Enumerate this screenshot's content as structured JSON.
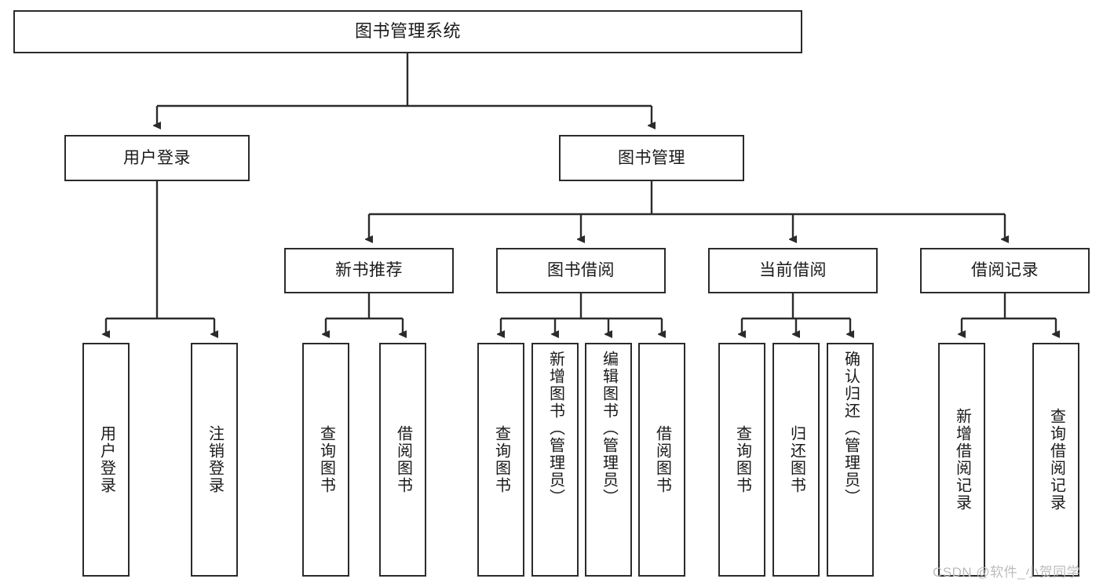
{
  "diagram": {
    "title": "图书管理系统",
    "type": "tree-hierarchy-diagram",
    "stroke_color": "#2b2b2b",
    "fill_color": "#ffffff",
    "background_color": "#ffffff",
    "nodes": {
      "root": {
        "label": "图书管理系统"
      },
      "level2": [
        {
          "id": "user-login",
          "label": "用户登录"
        },
        {
          "id": "book-management",
          "label": "图书管理"
        }
      ],
      "level3": [
        {
          "id": "new-book-recommend",
          "label": "新书推荐"
        },
        {
          "id": "book-borrow",
          "label": "图书借阅"
        },
        {
          "id": "current-borrow",
          "label": "当前借阅"
        },
        {
          "id": "borrow-record",
          "label": "借阅记录"
        }
      ],
      "leaves": {
        "user_login": [
          {
            "id": "leaf-user-login",
            "label": "用户登录"
          },
          {
            "id": "leaf-logout",
            "label": "注销登录"
          }
        ],
        "new_book_recommend": [
          {
            "id": "leaf-query-book-1",
            "label": "查询图书"
          },
          {
            "id": "leaf-borrow-book-1",
            "label": "借阅图书"
          }
        ],
        "book_borrow": [
          {
            "id": "leaf-query-book-2",
            "label": "查询图书"
          },
          {
            "id": "leaf-add-book",
            "label": "新增图书（管理员）"
          },
          {
            "id": "leaf-edit-book",
            "label": "编辑图书（管理员）"
          },
          {
            "id": "leaf-borrow-book-2",
            "label": "借阅图书"
          }
        ],
        "current_borrow": [
          {
            "id": "leaf-query-book-3",
            "label": "查询图书"
          },
          {
            "id": "leaf-return-book",
            "label": "归还图书"
          },
          {
            "id": "leaf-confirm-return",
            "label": "确认归还（管理员）"
          }
        ],
        "borrow_record": [
          {
            "id": "leaf-add-record",
            "label": "新增借阅记录"
          },
          {
            "id": "leaf-query-record",
            "label": "查询借阅记录"
          }
        ]
      }
    }
  },
  "watermark": {
    "text": "CSDN @软件_小贺同学"
  }
}
